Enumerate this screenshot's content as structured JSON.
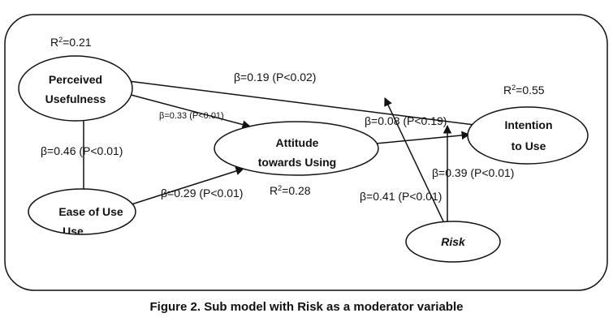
{
  "nodes": {
    "perceived_usefulness": {
      "line1": "Perceived",
      "line2": "Usefulness"
    },
    "ease_of_use": {
      "line1": "Ease of Use",
      "line2": "Use"
    },
    "attitude": {
      "line1": "Attitude",
      "line2": "towards Using"
    },
    "intention": {
      "line1": "Intention",
      "line2": "to Use"
    },
    "risk": {
      "line1": "Risk"
    }
  },
  "r_squared": {
    "pu": {
      "prefix": "R",
      "sup": "2",
      "value": "=0.21"
    },
    "attitude": {
      "prefix": "R",
      "sup": "2",
      "value": "=0.28"
    },
    "intention": {
      "prefix": "R",
      "sup": "2",
      "value": "=0.55"
    }
  },
  "paths": {
    "pu_to_intention": "β=0.19 (P<0.02)",
    "pu_to_attitude": "β=0.33 (P<0.01)",
    "eou_to_pu": "β=0.46 (P<0.01)",
    "eou_to_attitude": "β=0.29 (P<0.01)",
    "attitude_to_intention": "β=0.08 (P<0.19)",
    "risk_to_intention": "β=0.39 (P<0.01)",
    "risk_moderation": "β=0.41 (P<0.01)"
  },
  "caption": "Figure 2. Sub model with Risk as a moderator variable"
}
